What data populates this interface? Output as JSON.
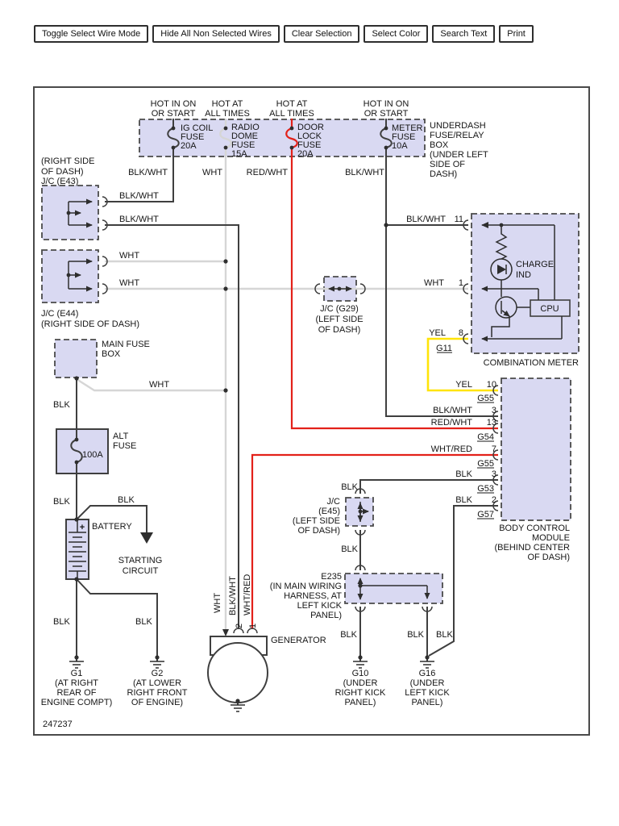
{
  "toolbar": {
    "buttons": [
      "Toggle Select Wire Mode",
      "Hide All Non Selected Wires",
      "Clear Selection",
      "Select Color",
      "Search Text",
      "Print"
    ]
  },
  "doc_number": "247237",
  "wires": {
    "blkwht": "BLK/WHT",
    "wht": "WHT",
    "redwht": "RED/WHT",
    "whtred": "WHT/RED",
    "blk": "BLK",
    "yel": "YEL"
  },
  "feeds": {
    "ign": {
      "l1": "HOT IN ON",
      "l2": "OR START"
    },
    "batt": {
      "l1": "HOT AT",
      "l2": "ALL TIMES"
    }
  },
  "fusebox": {
    "label": [
      "UNDERDASH",
      "FUSE/RELAY",
      "BOX",
      "(UNDER LEFT",
      "SIDE OF",
      "DASH)"
    ],
    "ig": [
      "IG COIL",
      "FUSE",
      "20A"
    ],
    "radio": [
      "RADIO",
      "DOME",
      "FUSE",
      "15A"
    ],
    "door": [
      "DOOR",
      "LOCK",
      "FUSE",
      "20A"
    ],
    "meter": [
      "METER",
      "FUSE",
      "10A"
    ]
  },
  "jc_e43": {
    "title": [
      "(RIGHT SIDE",
      "OF DASH)",
      "J/C (E43)"
    ]
  },
  "jc_e44": {
    "title": [
      "J/C (E44)",
      "(RIGHT SIDE OF DASH)"
    ]
  },
  "jc_g29": {
    "title": [
      "J/C (G29)",
      "(LEFT SIDE",
      "OF DASH)"
    ]
  },
  "jc_e45": {
    "title": [
      "J/C",
      "(E45)",
      "(LEFT SIDE",
      "OF DASH)"
    ]
  },
  "e235": {
    "title": [
      "E235",
      "(IN MAIN WIRING",
      "HARNESS, AT",
      "LEFT KICK",
      "PANEL)"
    ]
  },
  "meter": {
    "label": "COMBINATION METER",
    "charge": [
      "CHARGE",
      "IND"
    ],
    "cpu": "CPU",
    "pin11": "11",
    "pin1": "1",
    "pin8": "8",
    "g11": "G11"
  },
  "bcm": {
    "label": [
      "BODY CONTROL",
      "MODULE",
      "(BEHIND CENTER",
      "OF DASH)"
    ],
    "pin10": "10",
    "pin3a": "3",
    "pin13": "13",
    "pin7": "7",
    "pin3b": "3",
    "pin2": "2",
    "g55": "G55",
    "g54": "G54",
    "g53": "G53",
    "g57": "G57"
  },
  "main_fuse_box": {
    "label": [
      "MAIN FUSE",
      "BOX"
    ]
  },
  "alt_fuse": {
    "label": [
      "ALT",
      "FUSE"
    ],
    "rating": "100A"
  },
  "battery": {
    "label": "BATTERY",
    "plus": "+"
  },
  "starting_circuit": {
    "label": [
      "STARTING",
      "CIRCUIT"
    ]
  },
  "generator": {
    "label": "GENERATOR",
    "pin2": "2",
    "pin1": "1"
  },
  "grounds": {
    "g1": [
      "G1",
      "(AT RIGHT",
      "REAR OF",
      "ENGINE COMPT)"
    ],
    "g2": [
      "G2",
      "(AT LOWER",
      "RIGHT FRONT",
      "OF ENGINE)"
    ],
    "g10": [
      "G10",
      "(UNDER",
      "RIGHT KICK",
      "PANEL)"
    ],
    "g16": [
      "G16",
      "(UNDER",
      "LEFT KICK",
      "PANEL)"
    ]
  },
  "colors": {
    "box_fill": "#d9d9f2",
    "wire_dark": "#3f3f3f",
    "wire_white": "#d6d6d6",
    "wire_red": "#e32119",
    "wire_yellow": "#ffe408"
  }
}
